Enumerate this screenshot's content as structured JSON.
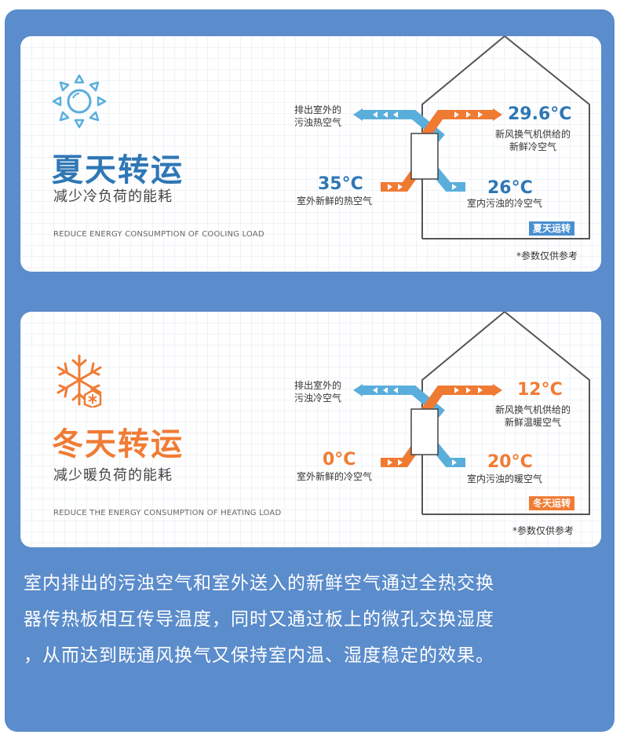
{
  "summer": {
    "title": "夏天转运",
    "subtitle": "减少冷负荷的能耗",
    "english": "REDUCE ENERGY CONSUMPTION OF COOLING LOAD",
    "exhaust_label_1": "排出室外的",
    "exhaust_label_2": "污浊热空气",
    "supply_temp": "29.6°C",
    "supply_label_1": "新风换气机供给的",
    "supply_label_2": "新鲜冷空气",
    "outdoor_temp": "35°C",
    "outdoor_label": "室外新鲜的热空气",
    "indoor_temp": "26°C",
    "indoor_label": "室内污浊的冷空气",
    "tag": "夏天运转",
    "note": "*参数仅供参考",
    "icon": "sun-icon"
  },
  "winter": {
    "title": "冬天转运",
    "subtitle": "减少暖负荷的能耗",
    "english": "REDUCE THE ENERGY CONSUMPTION OF HEATING LOAD",
    "exhaust_label_1": "排出室外的",
    "exhaust_label_2": "污浊冷空气",
    "supply_temp": "12°C",
    "supply_label_1": "新风换气机供给的",
    "supply_label_2": "新鲜温暖空气",
    "outdoor_temp": "0°C",
    "outdoor_label": "室外新鲜的冷空气",
    "indoor_temp": "20°C",
    "indoor_label": "室内污浊的暖空气",
    "tag": "冬天运转",
    "note": "*参数仅供参考",
    "icon": "snowflake-icon"
  },
  "description": {
    "line1": "室内排出的污浊空气和室外送入的新鲜空气通过全热交换",
    "line2": "器传热板相互传导温度，同时又通过板上的微孔交换湿度",
    "line3": "，从而达到既通风换气又保持室内温、湿度稳定的效果。"
  },
  "colors": {
    "background": "#5b8ccb",
    "summer_accent": "#2f77b5",
    "winter_accent": "#f07c34",
    "arrow_blue": "#5aaedc",
    "arrow_orange": "#ef7a32"
  }
}
